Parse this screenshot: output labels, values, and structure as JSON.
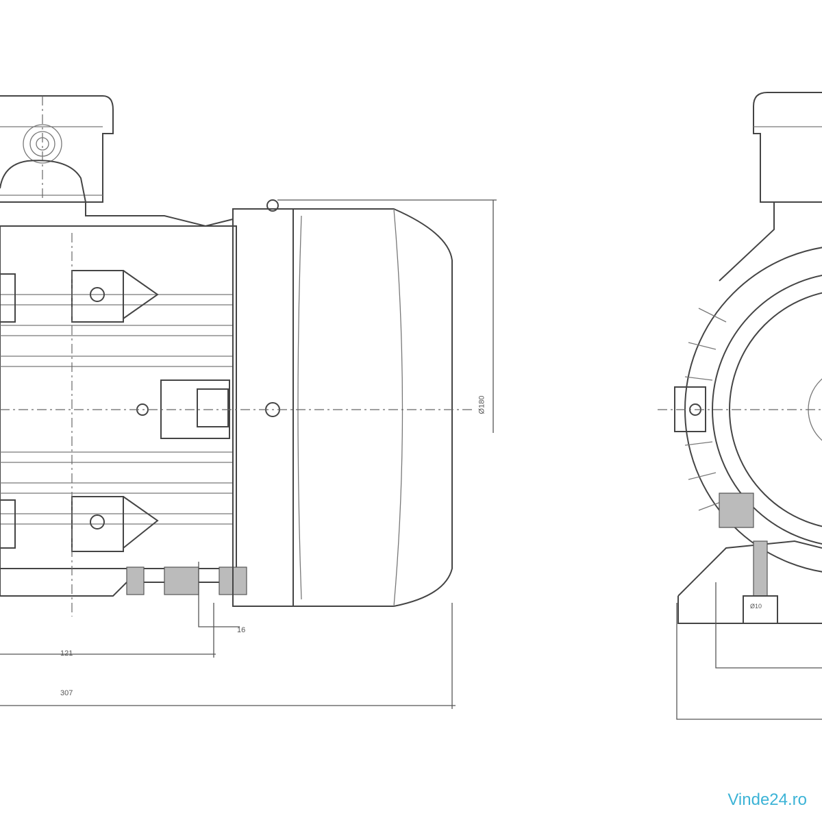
{
  "drawing": {
    "dimensions": {
      "shaft_to_flange": "121",
      "overall_length": "307",
      "height_dim": "Ø180",
      "shaft_offset": "16",
      "foot_hole": "Ø10"
    }
  },
  "watermark": "Vinde24.ro"
}
